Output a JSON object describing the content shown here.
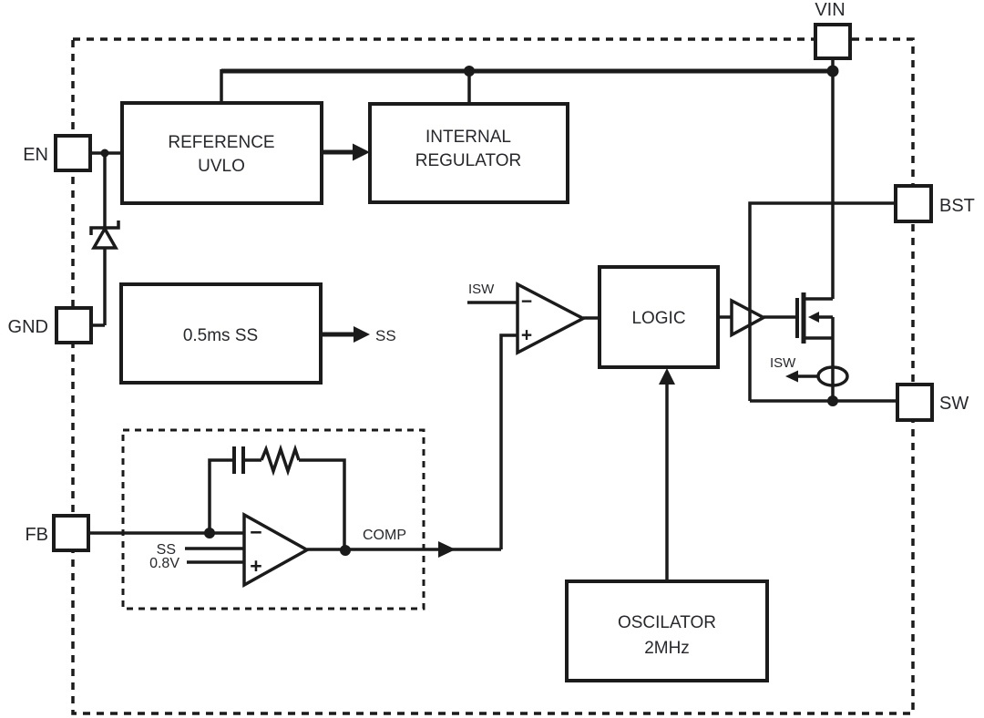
{
  "pins": {
    "vin": {
      "label": "VIN"
    },
    "en": {
      "label": "EN"
    },
    "gnd": {
      "label": "GND"
    },
    "fb": {
      "label": "FB"
    },
    "bst": {
      "label": "BST"
    },
    "sw": {
      "label": "SW"
    }
  },
  "blocks": {
    "reference_uvlo": {
      "line1": "REFERENCE",
      "line2": "UVLO"
    },
    "internal_regulator": {
      "line1": "INTERNAL",
      "line2": "REGULATOR"
    },
    "soft_start": {
      "label": "0.5ms SS"
    },
    "logic": {
      "label": "LOGIC"
    },
    "oscillator": {
      "line1": "OSCILATOR",
      "line2": "2MHz"
    }
  },
  "signal_labels": {
    "ss_output": "SS",
    "comparator_isw": "ISW",
    "sense_isw": "ISW",
    "comp": "COMP",
    "amp_ss": "SS",
    "amp_vref": "0.8V"
  },
  "operator_glyphs": {
    "minus": "−",
    "plus": "+"
  },
  "colors": {
    "line": "#1b1b1b",
    "text": "#26282e",
    "background": "#ffffff"
  }
}
